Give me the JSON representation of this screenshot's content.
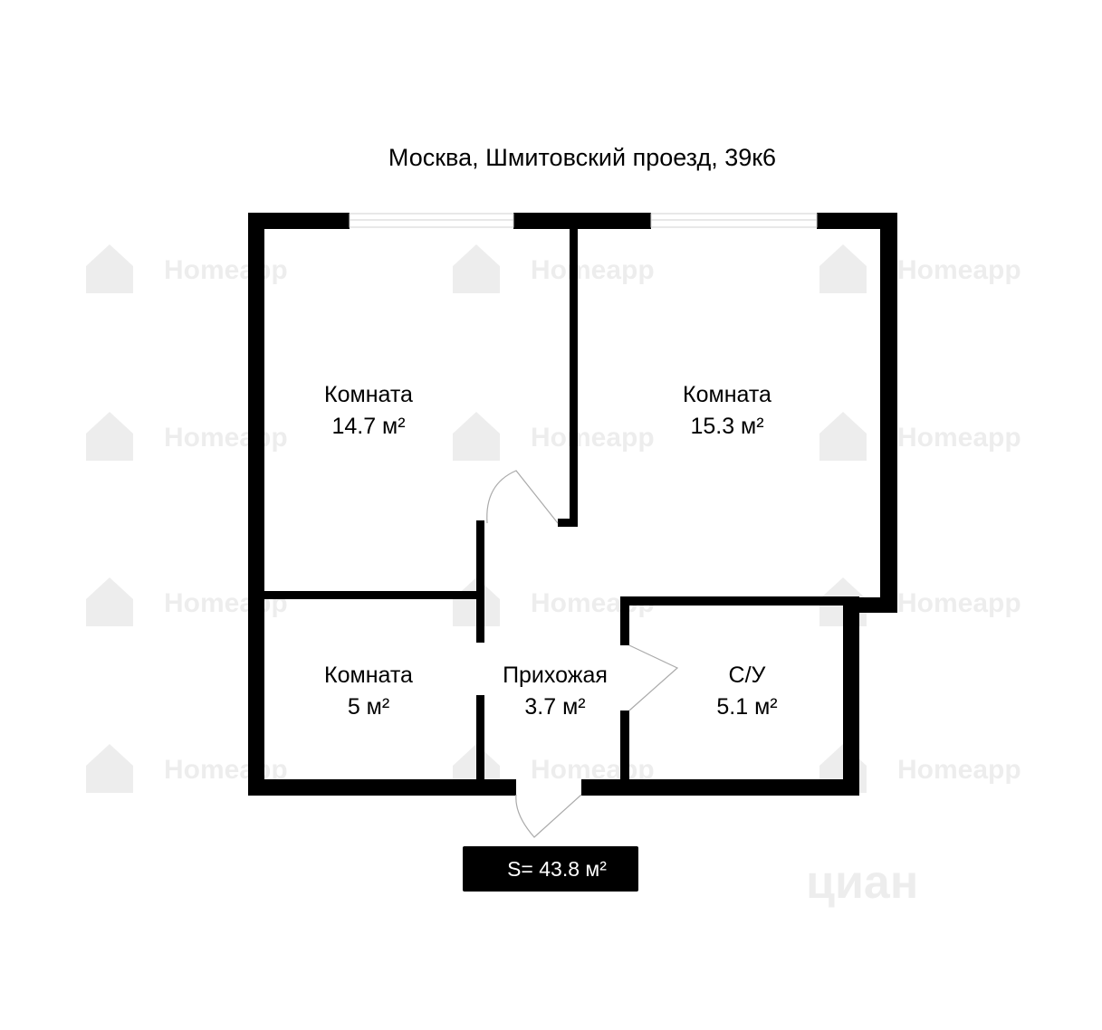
{
  "address": "Москва, Шмитовский проезд, 39к6",
  "watermark": "Homeapp",
  "watermark_secondary": "циан",
  "rooms": [
    {
      "id": "room-1",
      "name": "Комната",
      "area": "14.7 м²"
    },
    {
      "id": "room-2",
      "name": "Комната",
      "area": "15.3 м²"
    },
    {
      "id": "room-3",
      "name": "Комната",
      "area": "5 м²"
    },
    {
      "id": "hallway",
      "name": "Прихожая",
      "area": "3.7 м²"
    },
    {
      "id": "bathroom",
      "name": "С/У",
      "area": "5.1 м²"
    }
  ],
  "total_area": "S= 43.8 м²",
  "colors": {
    "wall": "#000000",
    "background": "#ffffff",
    "badge_bg": "#000000",
    "badge_text": "#ffffff"
  }
}
